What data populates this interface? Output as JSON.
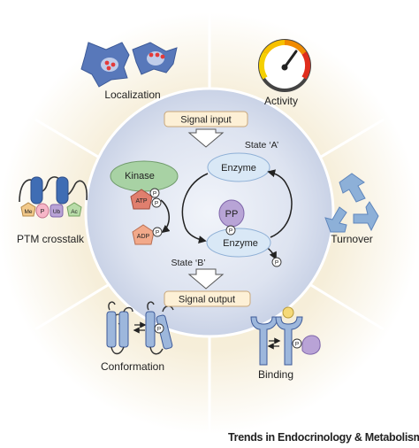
{
  "panels": {
    "localization": "Localization",
    "activity": "Activity",
    "ptm_crosstalk": "PTM crosstalk",
    "turnover": "Turnover",
    "conformation": "Conformation",
    "binding": "Binding"
  },
  "center": {
    "signal_input": "Signal input",
    "signal_output": "Signal output",
    "state_a": "State ‘A’",
    "state_b": "State ‘B’",
    "enzyme": "Enzyme",
    "kinase": "Kinase",
    "atp": "ATP",
    "adp": "ADP",
    "pp": "PP",
    "p": "P"
  },
  "ptm_marks": [
    "Me",
    "P",
    "Ub",
    "Ac"
  ],
  "footer": "Trends in Endocrinology & Metabolism",
  "colors": {
    "center_disc": "#d4dced",
    "enzyme_fill": "#d9e8f6",
    "kinase_fill": "#a8d2a4",
    "atp_fill": "#e07f6e",
    "adp_fill": "#f2a98a",
    "pp_fill": "#b8a4d6",
    "signal_box": "#fdf0d6",
    "cell_fill": "#5878ba",
    "cell_dots": "#e43a3a",
    "helix_fill": "#9db7dc",
    "recycle_fill": "#8db0d8"
  }
}
